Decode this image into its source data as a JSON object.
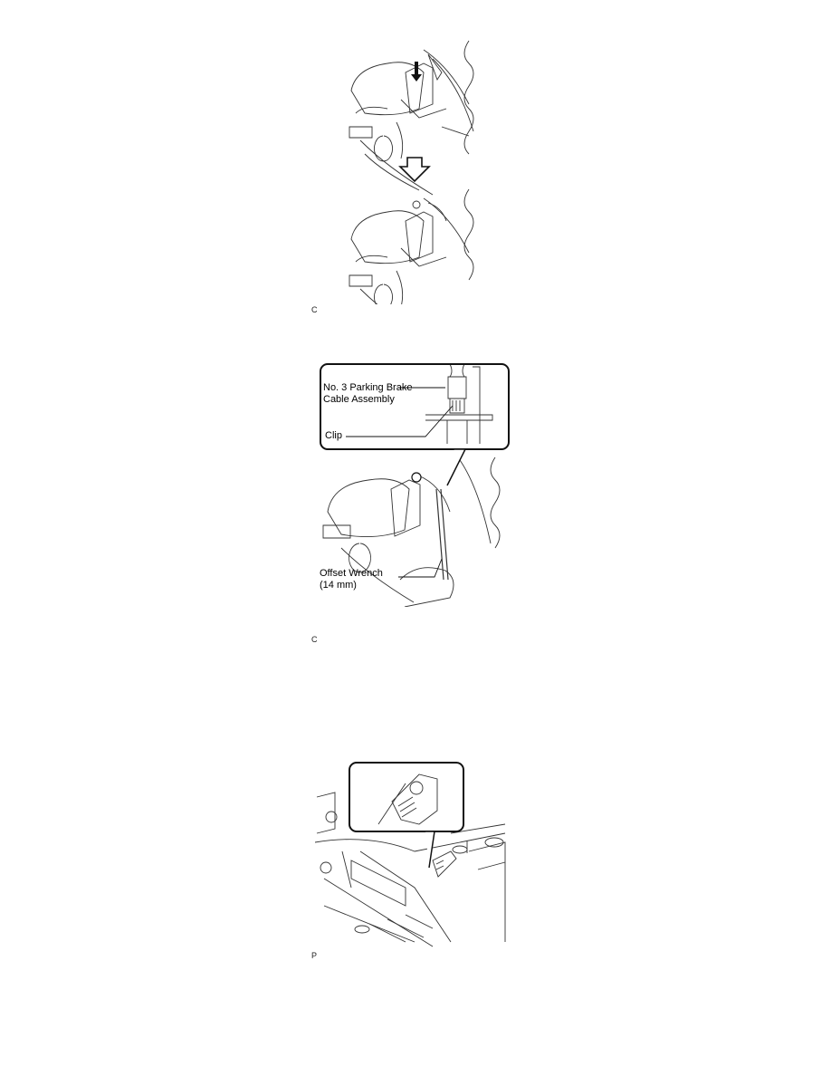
{
  "figures": [
    {
      "id": "figure-1",
      "description": "Brake caliper with parking brake cable - before and after clip installation",
      "code": "C"
    },
    {
      "id": "figure-2",
      "description": "Installing parking brake cable with offset wrench",
      "callouts": {
        "cable": "No. 3 Parking Brake Cable Assembly",
        "cable_line1": "No. 3 Parking Brake",
        "cable_line2": "Cable Assembly",
        "clip": "Clip",
        "wrench_line1": "Offset Wrench",
        "wrench_line2": "(14 mm)"
      },
      "code": "C"
    },
    {
      "id": "figure-3",
      "description": "Underbody view with clamp detail inset",
      "code": "P"
    }
  ]
}
